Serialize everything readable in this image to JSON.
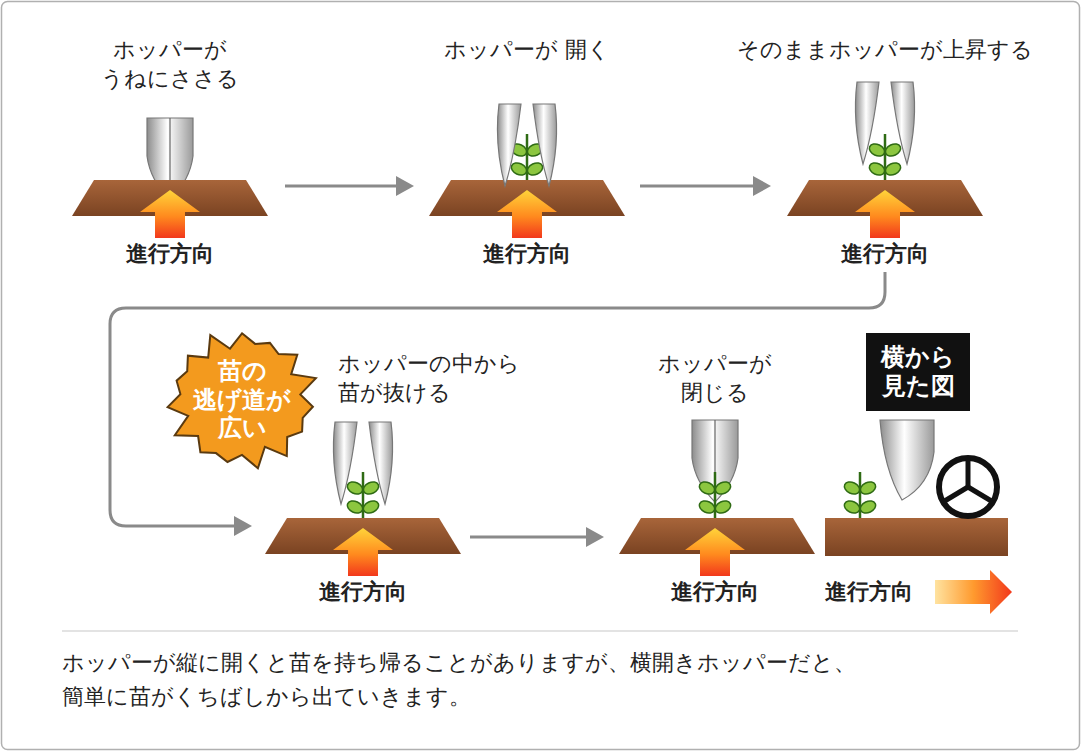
{
  "diagram": {
    "caption": "ホッパーが縦に開くと苗を持ち帰ることがありますが、横開きホッパーだと、 簡単に苗がくちばしから出ていきます。",
    "nodes": [
      {
        "text": [
          "苗の 逃げ道が 広い"
        ]
      },
      {
        "text": [
          "横から 見た図"
        ]
      }
    ],
    "labels": [
      "ホッパーが うねにささる",
      "進行方向",
      "ホッパーが 開く",
      "進行方向",
      "そのままホッパーが上昇する",
      "進行方向",
      "ホッパーの中から 苗が抜ける",
      "進行方向",
      "ホッパーが 閉じる",
      "進行方向",
      "進行方向"
    ]
  }
}
